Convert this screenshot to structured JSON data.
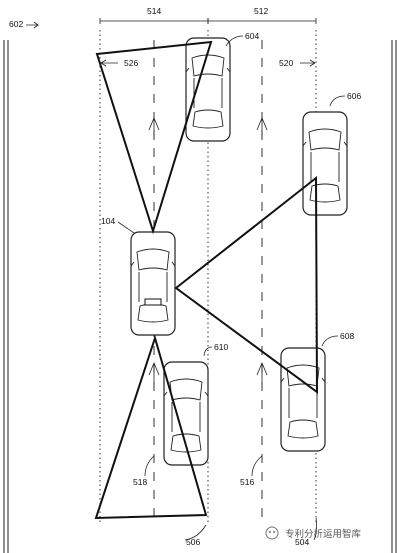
{
  "figure_label": "602",
  "labels": {
    "l514": "514",
    "l512": "512",
    "l604": "604",
    "l526": "526",
    "l520": "520",
    "l606": "606",
    "l104": "104",
    "l608": "608",
    "l610": "610",
    "l518": "518",
    "l516": "516",
    "l504": "504",
    "l506": "506"
  },
  "watermark": "专利分析运用智库"
}
